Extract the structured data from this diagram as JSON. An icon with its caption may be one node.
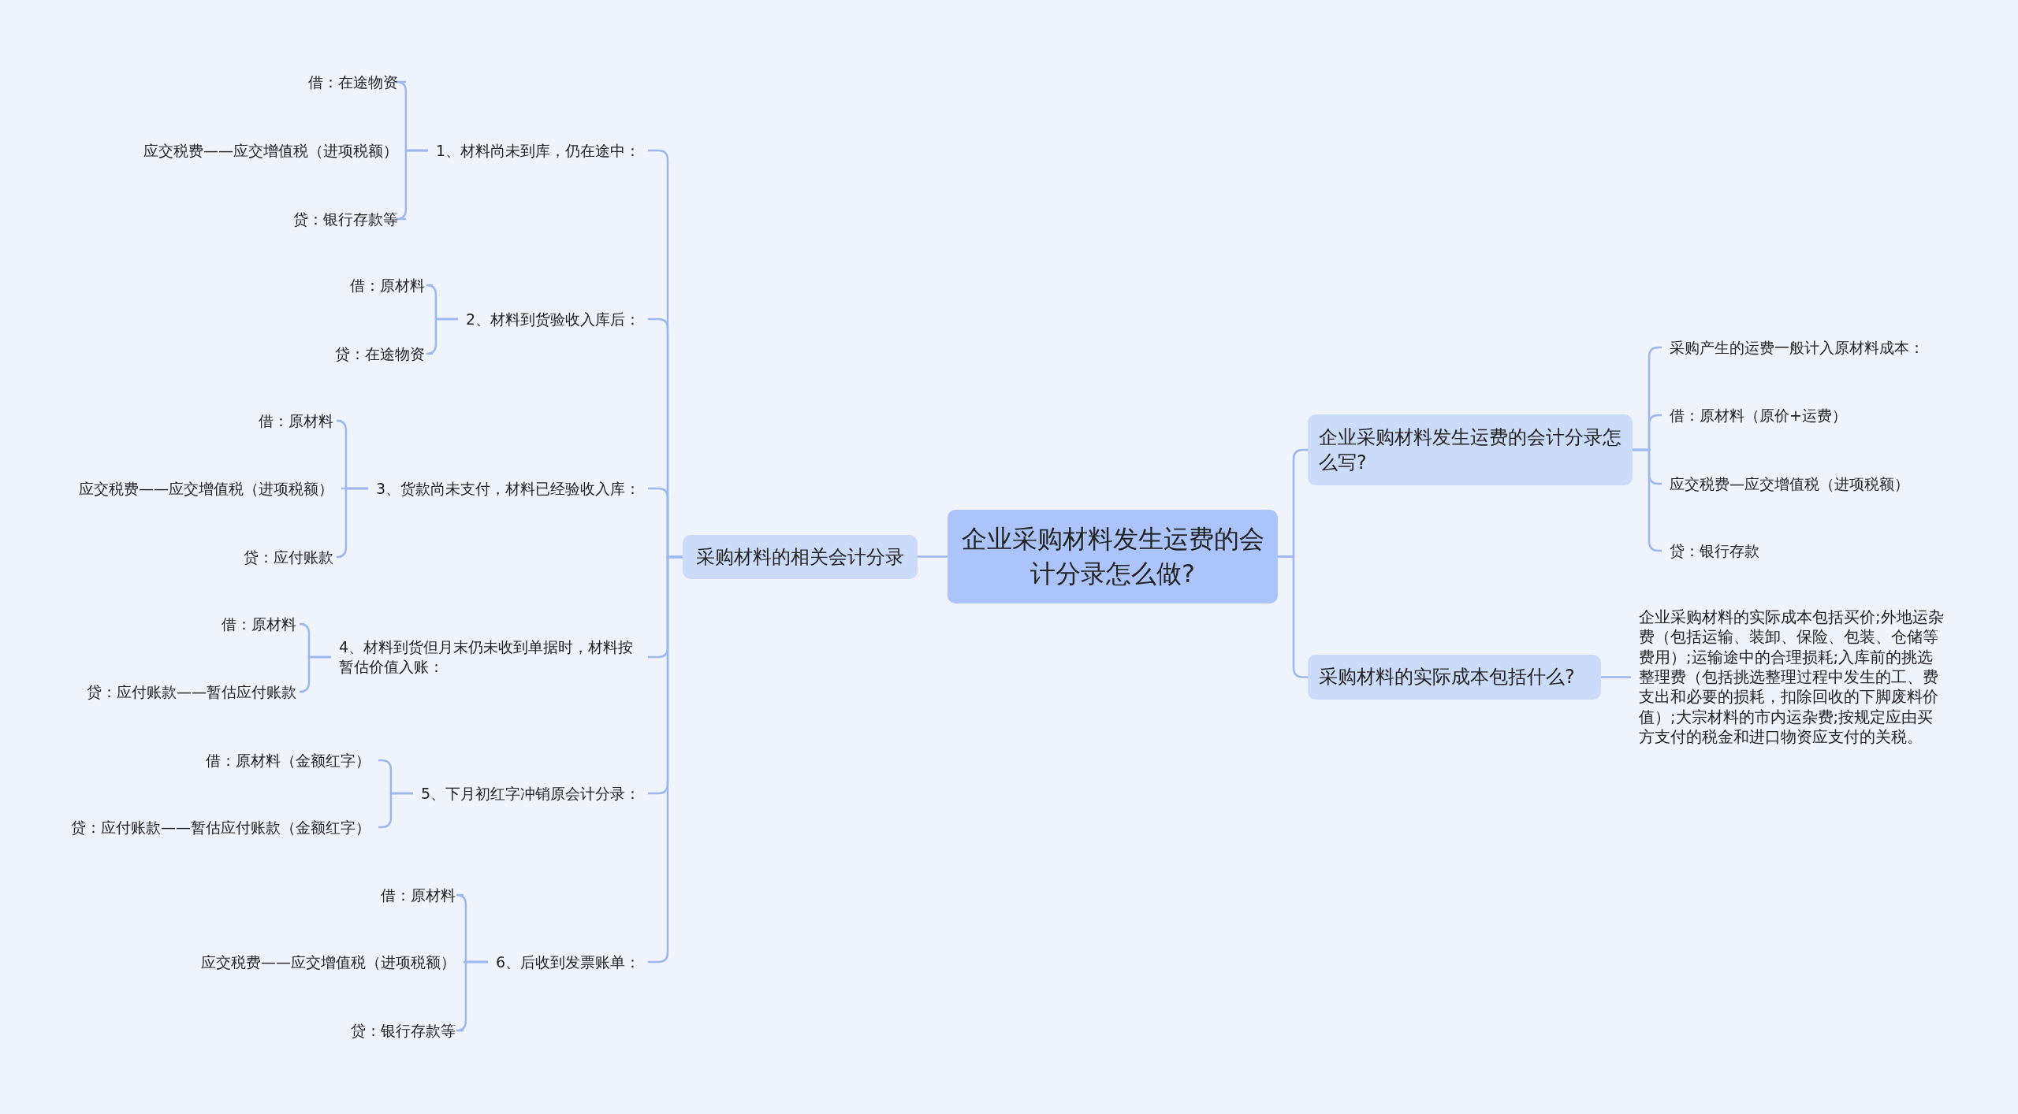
{
  "diagram": {
    "nodes": [
      {
        "text": [
          "企业采购材料发生运费的会计分录怎么做?"
        ]
      },
      {
        "text": [
          "采购材料的相关会计分录"
        ]
      },
      {
        "text": [
          "1、材料尚未到库，仍在途中："
        ]
      },
      {
        "text": [
          "借：在途物资"
        ]
      },
      {
        "text": [
          "应交税费——应交增值税（进项税额）"
        ]
      },
      {
        "text": [
          "贷：银行存款等"
        ]
      },
      {
        "text": [
          "2、材料到货验收入库后："
        ]
      },
      {
        "text": [
          "借：原材料"
        ]
      },
      {
        "text": [
          "贷：在途物资"
        ]
      },
      {
        "text": [
          "3、货款尚未支付，材料已经验收入库："
        ]
      },
      {
        "text": [
          "借：原材料"
        ]
      },
      {
        "text": [
          "应交税费——应交增值税（进项税额）"
        ]
      },
      {
        "text": [
          "贷：应付账款"
        ]
      },
      {
        "text": [
          "4、材料到货但月末仍未收到单据时，材料按暂估价值入账："
        ]
      },
      {
        "text": [
          "借：原材料"
        ]
      },
      {
        "text": [
          "贷：应付账款——暂估应付账款"
        ]
      },
      {
        "text": [
          "5、下月初红字冲销原会计分录："
        ]
      },
      {
        "text": [
          "借：原材料（金额红字）"
        ]
      },
      {
        "text": [
          "贷：应付账款——暂估应付账款（金额红字）"
        ]
      },
      {
        "text": [
          "6、后收到发票账单："
        ]
      },
      {
        "text": [
          "借：原材料"
        ]
      },
      {
        "text": [
          "应交税费——应交增值税（进项税额）"
        ]
      },
      {
        "text": [
          "贷：银行存款等"
        ]
      },
      {
        "text": [
          "企业采购材料发生运费的会计分录怎么写?"
        ]
      },
      {
        "text": [
          "采购产生的运费一般计入原材料成本："
        ]
      },
      {
        "text": [
          "借：原材料（原价+运费）"
        ]
      },
      {
        "text": [
          "应交税费—应交增值税（进项税额）"
        ]
      },
      {
        "text": [
          "贷：银行存款"
        ]
      },
      {
        "text": [
          "采购材料的实际成本包括什么?"
        ]
      },
      {
        "text": [
          "企业采购材料的实际成本包括买价;外地运杂费（包括运输、装卸、保险、包装、仓储等费用）;运输途中的合理损耗;入库前的挑选整理费（包括挑选整理过程中发生的工、费支出和必要的损耗，扣除回收的下脚废料价值）;大宗材料的市内运杂费;按规定应由买方支付的税金和进口物资应支付的关税。"
        ]
      }
    ],
    "edges": [
      {
        "from": 0,
        "to": 1,
        "arrow": "none"
      },
      {
        "from": 1,
        "to": 2,
        "arrow": "none"
      },
      {
        "from": 2,
        "to": 3,
        "arrow": "none"
      },
      {
        "from": 2,
        "to": 4,
        "arrow": "none"
      },
      {
        "from": 2,
        "to": 5,
        "arrow": "none"
      },
      {
        "from": 1,
        "to": 6,
        "arrow": "none"
      },
      {
        "from": 6,
        "to": 7,
        "arrow": "none"
      },
      {
        "from": 6,
        "to": 8,
        "arrow": "none"
      },
      {
        "from": 1,
        "to": 9,
        "arrow": "none"
      },
      {
        "from": 9,
        "to": 10,
        "arrow": "none"
      },
      {
        "from": 9,
        "to": 11,
        "arrow": "none"
      },
      {
        "from": 9,
        "to": 12,
        "arrow": "none"
      },
      {
        "from": 1,
        "to": 13,
        "arrow": "none"
      },
      {
        "from": 13,
        "to": 14,
        "arrow": "none"
      },
      {
        "from": 13,
        "to": 15,
        "arrow": "none"
      },
      {
        "from": 1,
        "to": 16,
        "arrow": "none"
      },
      {
        "from": 16,
        "to": 17,
        "arrow": "none"
      },
      {
        "from": 16,
        "to": 18,
        "arrow": "none"
      },
      {
        "from": 1,
        "to": 19,
        "arrow": "none"
      },
      {
        "from": 19,
        "to": 20,
        "arrow": "none"
      },
      {
        "from": 19,
        "to": 21,
        "arrow": "none"
      },
      {
        "from": 19,
        "to": 22,
        "arrow": "none"
      },
      {
        "from": 0,
        "to": 23,
        "arrow": "none"
      },
      {
        "from": 23,
        "to": 24,
        "arrow": "none"
      },
      {
        "from": 23,
        "to": 25,
        "arrow": "none"
      },
      {
        "from": 23,
        "to": 26,
        "arrow": "none"
      },
      {
        "from": 23,
        "to": 27,
        "arrow": "none"
      },
      {
        "from": 0,
        "to": 28,
        "arrow": "none"
      },
      {
        "from": 28,
        "to": 29,
        "arrow": "none"
      }
    ]
  }
}
